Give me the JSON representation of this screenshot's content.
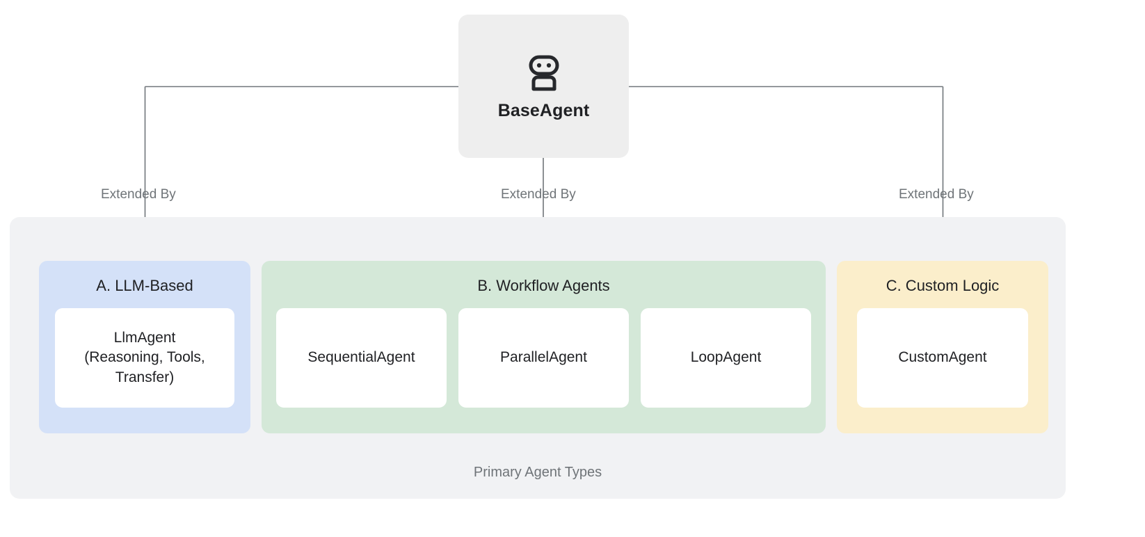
{
  "root": {
    "icon": "robot-icon",
    "label": "BaseAgent"
  },
  "edges": [
    {
      "label": "Extended By"
    },
    {
      "label": "Extended By"
    },
    {
      "label": "Extended By"
    }
  ],
  "group": {
    "caption": "Primary Agent Types"
  },
  "categories": [
    {
      "id": "llm-based",
      "title": "A. LLM-Based",
      "color": "#d4e1f8",
      "items": [
        {
          "label": "LlmAgent\n(Reasoning, Tools,\nTransfer)"
        }
      ]
    },
    {
      "id": "workflow-agents",
      "title": "B. Workflow Agents",
      "color": "#d4e8d8",
      "items": [
        {
          "label": "SequentialAgent"
        },
        {
          "label": "ParallelAgent"
        },
        {
          "label": "LoopAgent"
        }
      ]
    },
    {
      "id": "custom-logic",
      "title": "C. Custom Logic",
      "color": "#fbeecb",
      "items": [
        {
          "label": "CustomAgent"
        }
      ]
    }
  ],
  "colors": {
    "root_bg": "#eeeeee",
    "group_bg": "#f1f2f4",
    "leaf_bg": "#ffffff",
    "connector": "#70757a",
    "text_primary": "#202124",
    "text_muted": "#6f7478"
  }
}
